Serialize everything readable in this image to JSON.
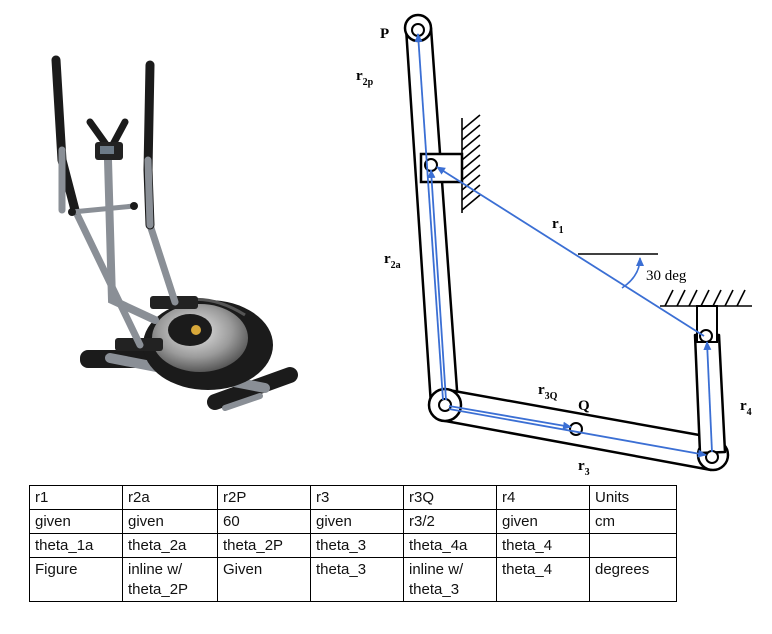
{
  "diagram": {
    "labels": {
      "P": "P",
      "r2p": {
        "main": "r",
        "sub": "2p"
      },
      "r1": {
        "main": "r",
        "sub": "1"
      },
      "r2a": {
        "main": "r",
        "sub": "2a"
      },
      "angle": "30 deg",
      "r3Q": {
        "main": "r",
        "sub": "3Q"
      },
      "Q": "Q",
      "r4": {
        "main": "r",
        "sub": "4"
      },
      "r3": {
        "main": "r",
        "sub": "3"
      }
    },
    "colors": {
      "vector": "#3b6fd4",
      "link": "#000000",
      "machine_frame": "#8a8f96",
      "machine_black": "#1b1b1b"
    },
    "icons": [
      "elliptical-trainer-photo",
      "ground-hatch-icon",
      "pin-joint-icon",
      "slider-block-icon"
    ]
  },
  "table": {
    "rows": [
      [
        "r1",
        "r2a",
        "r2P",
        "r3",
        "r3Q",
        "r4",
        "Units"
      ],
      [
        "given",
        "given",
        "60",
        "given",
        "r3/2",
        "given",
        "cm"
      ],
      [
        "theta_1a",
        "theta_2a",
        "theta_2P",
        "theta_3",
        "theta_4a",
        "theta_4",
        ""
      ],
      [
        "Figure",
        "inline w/\ntheta_2P",
        "Given",
        "theta_3",
        "inline w/\ntheta_3",
        "theta_4",
        "degrees"
      ]
    ]
  }
}
